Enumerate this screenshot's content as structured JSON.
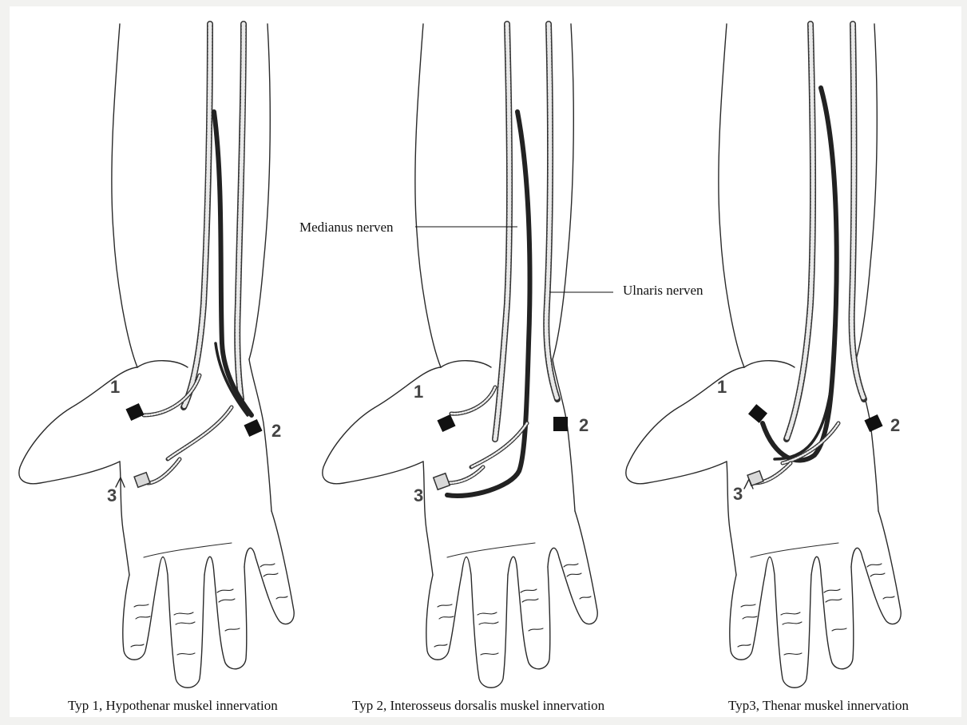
{
  "labels": {
    "median_nerve": "Medianus nerven",
    "ulnar_nerve": "Ulnaris nerven"
  },
  "panels": [
    {
      "caption": "Typ 1, Hypothenar muskel innervation",
      "markers": [
        "1",
        "2",
        "3"
      ]
    },
    {
      "caption": "Typ 2, Interosseus dorsalis muskel innervation",
      "markers": [
        "1",
        "2",
        "3"
      ]
    },
    {
      "caption": "Typ3, Thenar muskel innervation",
      "markers": [
        "1",
        "2",
        "3"
      ]
    }
  ]
}
